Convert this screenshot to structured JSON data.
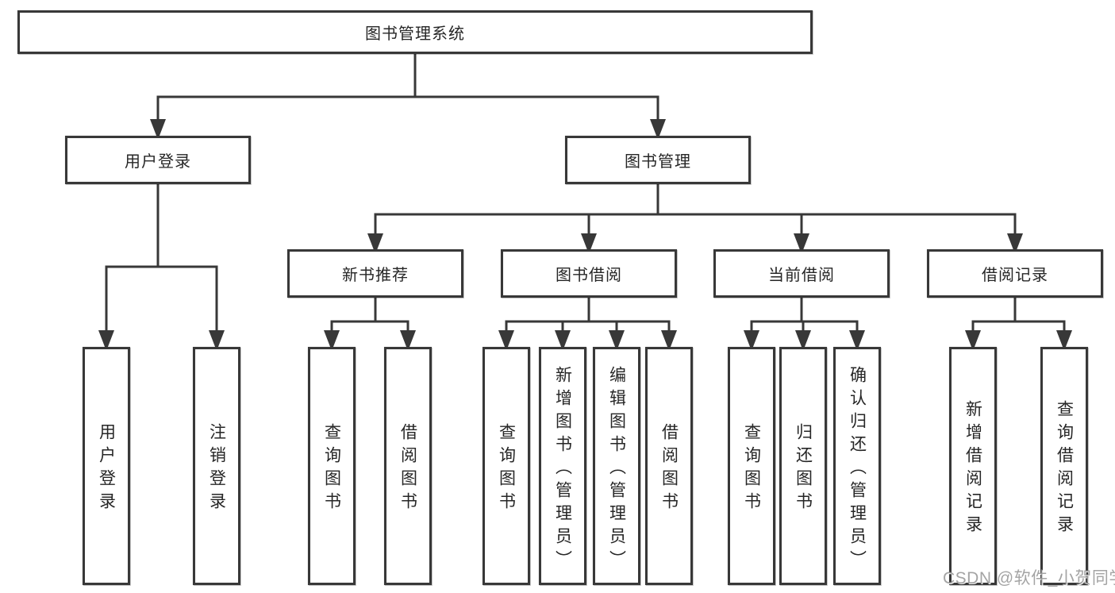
{
  "diagram": {
    "type": "tree",
    "orientation": "top-down"
  },
  "tree": {
    "root": {
      "label": "图书管理系统",
      "children": [
        {
          "label": "用户登录",
          "children": [
            {
              "label": "用户登录"
            },
            {
              "label": "注销登录"
            }
          ]
        },
        {
          "label": "图书管理",
          "children": [
            {
              "label": "新书推荐",
              "children": [
                {
                  "label": "查询图书"
                },
                {
                  "label": "借阅图书"
                }
              ]
            },
            {
              "label": "图书借阅",
              "children": [
                {
                  "label": "查询图书"
                },
                {
                  "label": "新增图书（管理员）"
                },
                {
                  "label": "编辑图书（管理员）"
                },
                {
                  "label": "借阅图书"
                }
              ]
            },
            {
              "label": "当前借阅",
              "children": [
                {
                  "label": "查询图书"
                },
                {
                  "label": "归还图书"
                },
                {
                  "label": "确认归还（管理员）"
                }
              ]
            },
            {
              "label": "借阅记录",
              "children": [
                {
                  "label": "新增借阅记录"
                },
                {
                  "label": "查询借阅记录"
                }
              ]
            }
          ]
        }
      ]
    }
  },
  "watermark": {
    "text": "CSDN @软件_小贺同学"
  },
  "colors": {
    "background": "#ffffff",
    "node_fill": "#ffffff",
    "node_border": "#383838",
    "connector_line": "#383838",
    "text": "#262626",
    "watermark": "#949494"
  }
}
